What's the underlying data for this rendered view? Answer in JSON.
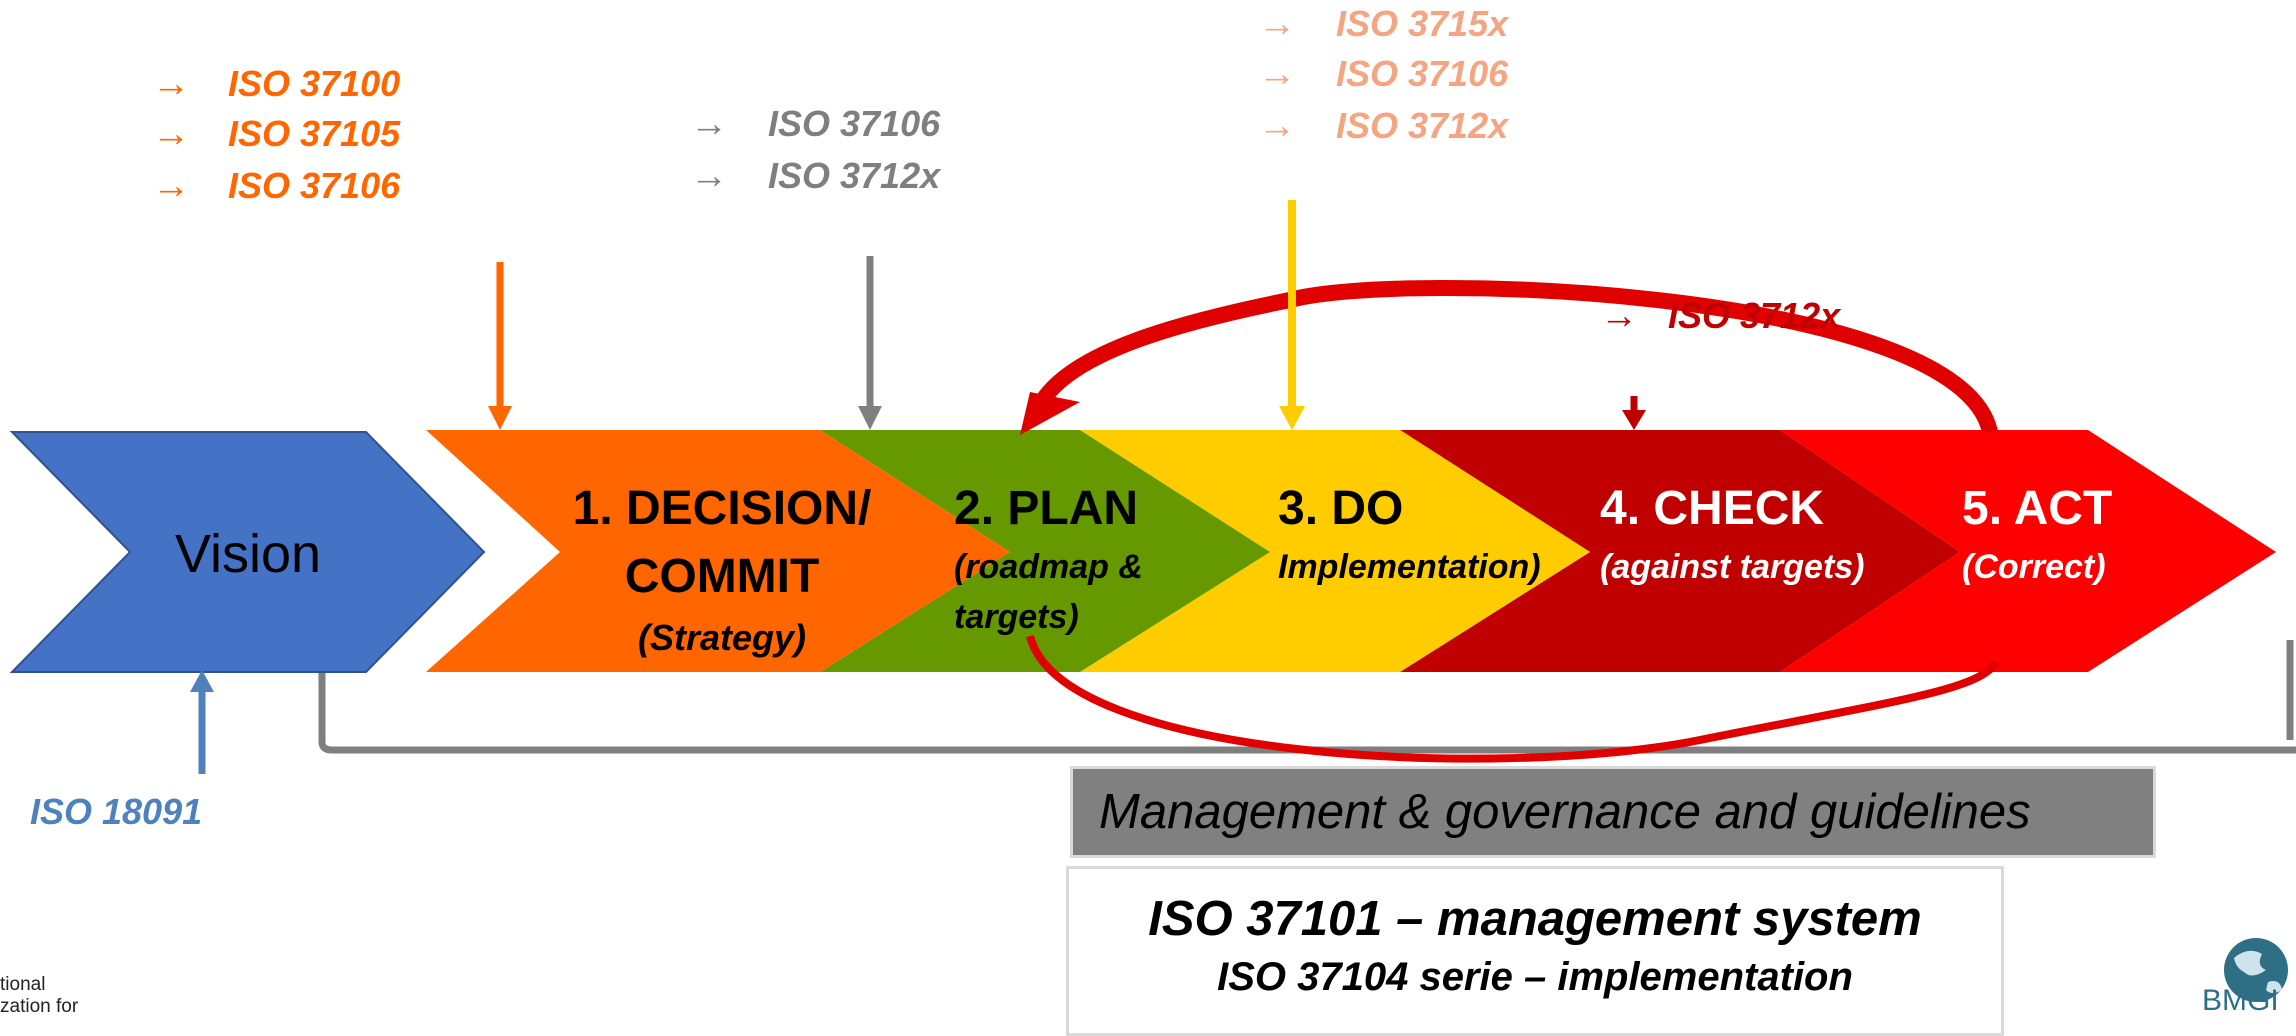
{
  "stages": [
    {
      "id": "vision",
      "title": "Vision",
      "color": "#4472c4",
      "text_color": "#000000"
    },
    {
      "id": "decision",
      "title_line1": "1. DECISION/",
      "title_line2": "COMMIT",
      "subtitle": "(Strategy)",
      "color": "#ff6600",
      "text_color": "#000000"
    },
    {
      "id": "plan",
      "title": "2. PLAN",
      "subtitle_line1": "(roadmap &",
      "subtitle_line2": "targets)",
      "color": "#669900",
      "text_color": "#000000"
    },
    {
      "id": "do",
      "title": "3. DO",
      "subtitle": "Implementation)",
      "color": "#ffcc00",
      "text_color": "#000000"
    },
    {
      "id": "check",
      "title": "4. CHECK",
      "subtitle": "(against targets)",
      "color": "#c00000",
      "text_color": "#ffffff"
    },
    {
      "id": "act",
      "title": "5. ACT",
      "subtitle": "(Correct)",
      "color": "#ff0000",
      "text_color": "#ffffff"
    }
  ],
  "standards": {
    "decision": {
      "color": "#ff6600",
      "items": [
        "ISO 37100",
        "ISO 37105",
        "ISO 37106"
      ]
    },
    "plan": {
      "color": "#7f7f7f",
      "items": [
        "ISO 37106",
        "ISO 3712x"
      ]
    },
    "do": {
      "color": "#f4a582",
      "items": [
        "ISO 3715x",
        "ISO 37106",
        "ISO 3712x"
      ]
    },
    "check": {
      "color": "#c00000",
      "items": [
        "ISO 3712x"
      ]
    },
    "vision": {
      "color": "#4f81bd",
      "label": "ISO 18091"
    }
  },
  "arrow_glyph": "→",
  "management": {
    "label": "Management & governance and guidelines"
  },
  "iso_box": {
    "line1": "ISO 37101 – management system",
    "line2": "ISO 37104 serie – implementation"
  },
  "org_logo": {
    "line1": "tional",
    "line2": "zation for"
  },
  "bmgi_logo": {
    "text": "BMGI"
  },
  "colors": {
    "loop": "#e00000",
    "bracket": "#7f7f7f",
    "do_arrow": "#ffcc00"
  }
}
